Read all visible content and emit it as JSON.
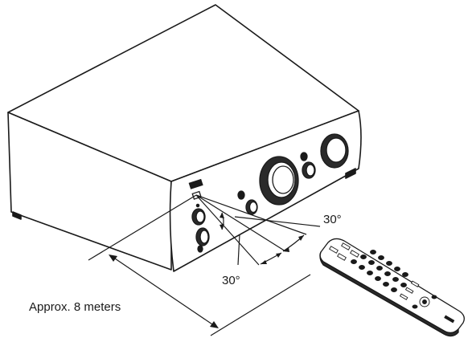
{
  "labels": {
    "angle_upper": "30°",
    "angle_lower": "30°",
    "distance": "Approx. 8 meters"
  },
  "colors": {
    "ink": "#1a1a1a",
    "front_panel": "#ffffff",
    "knob_fill": "#2a2a2a"
  },
  "icons": {
    "device": "amplifier-illustration",
    "remote": "remote-control-illustration",
    "sensor": "ir-sensor-icon"
  }
}
